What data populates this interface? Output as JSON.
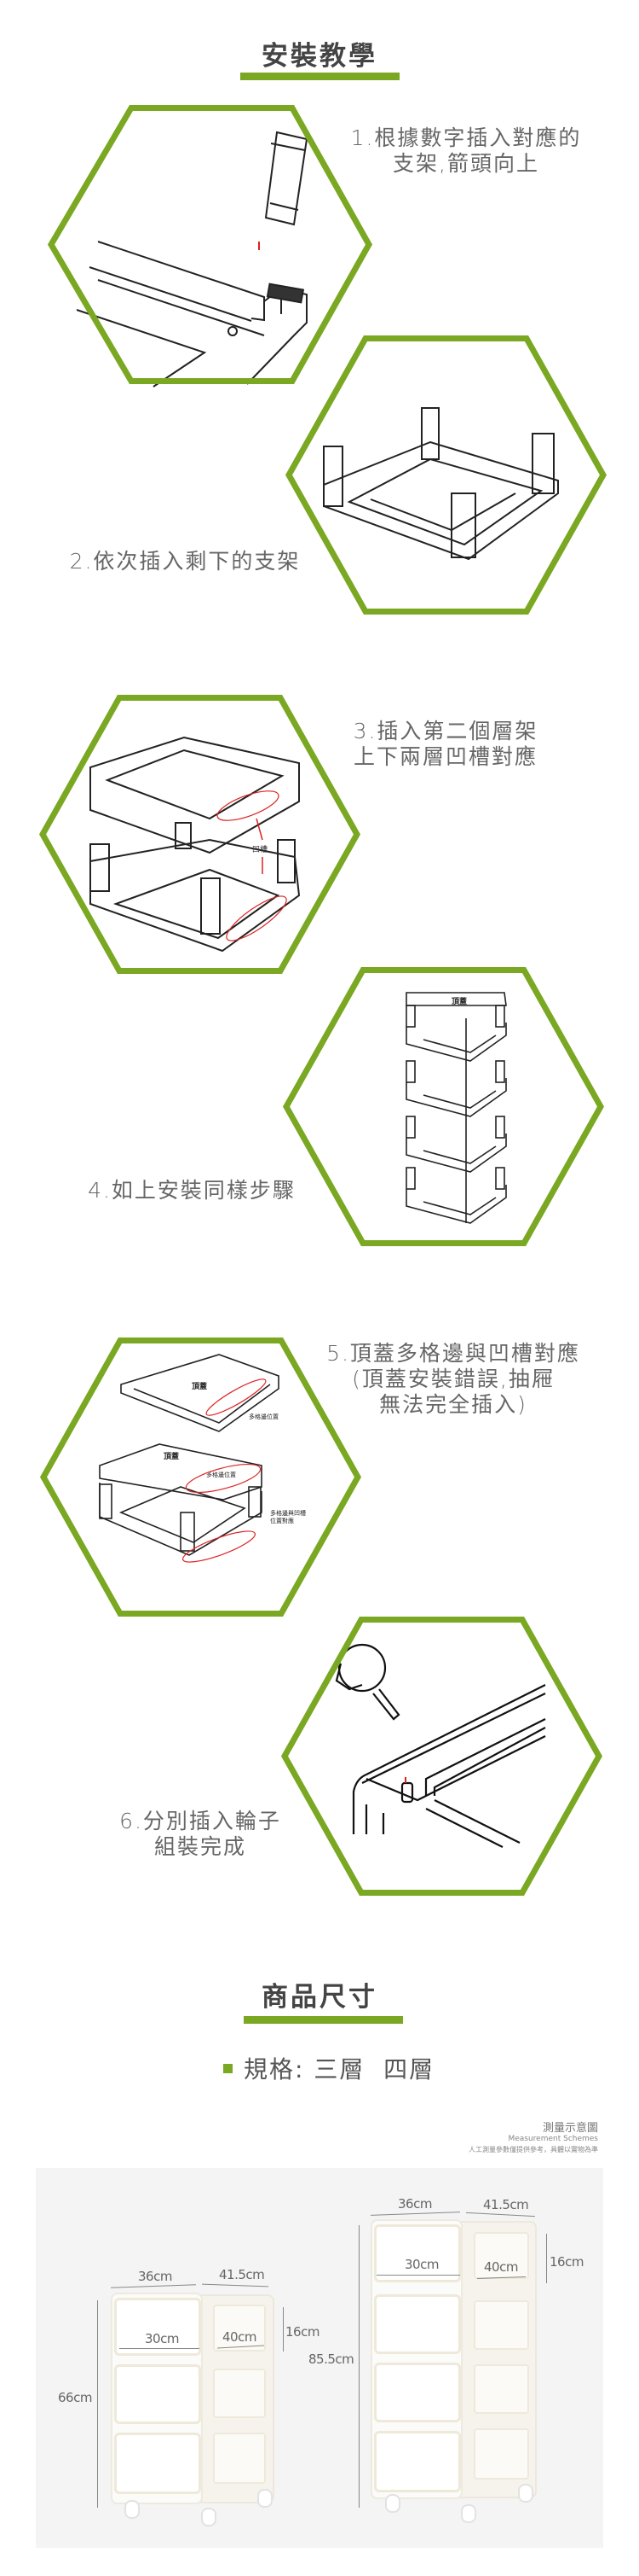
{
  "colors": {
    "accent": "#7aa822",
    "title_text": "#444444",
    "body_text": "#666666",
    "panel_bg": "#f4f4f4"
  },
  "install": {
    "title": "安裝教學",
    "steps": [
      {
        "lines": [
          "1.根據數字插入對應的",
          "支架,箭頭向上"
        ]
      },
      {
        "lines": [
          "2.依次插入剩下的支架"
        ]
      },
      {
        "lines": [
          "3.插入第二個層架",
          "上下兩層凹槽對應"
        ],
        "labels": [
          "凹槽"
        ]
      },
      {
        "lines": [
          "4.如上安裝同樣步驟"
        ],
        "labels": [
          "頂蓋"
        ]
      },
      {
        "lines": [
          "5.頂蓋多格邊與凹槽對應",
          "(頂蓋安裝錯誤,抽屜",
          "無法完全插入)"
        ],
        "labels": [
          "頂蓋",
          "多格邊位置",
          "頂蓋",
          "多格邊位置",
          "多格邊與凹槽",
          "位置對應"
        ]
      },
      {
        "lines": [
          "6.分別插入輪子",
          "組裝完成"
        ]
      }
    ]
  },
  "size": {
    "title": "商品尺寸",
    "spec": "規格: 三層  四層",
    "note": {
      "title": "測量示意圖",
      "subtitle": "Measurement Schemes",
      "disclaimer": "人工測量參數僅提供參考，具體以實物為準"
    },
    "three_tier": {
      "width": "36cm",
      "depth": "41.5cm",
      "height": "66cm",
      "drawer_height": "16cm",
      "drawer_width": "30cm",
      "drawer_depth": "40cm"
    },
    "four_tier": {
      "width": "36cm",
      "depth": "41.5cm",
      "height": "85.5cm",
      "drawer_height": "16cm",
      "drawer_width": "30cm",
      "drawer_depth": "40cm"
    }
  }
}
